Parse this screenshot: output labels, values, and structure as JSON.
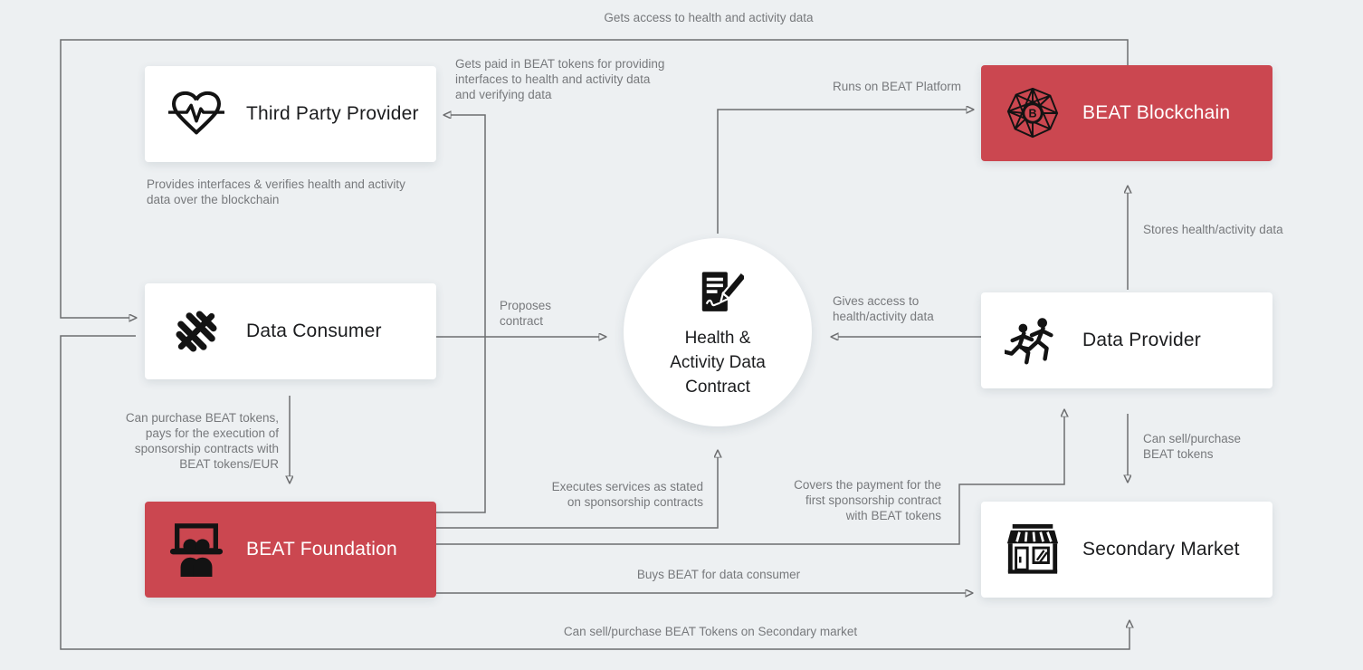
{
  "colors": {
    "background": "#edf0f2",
    "accent_red": "#cb4750",
    "node_white": "#ffffff",
    "connector_line": "#6d6e70",
    "label_text": "#77797c",
    "title_text": "#1c1d1f"
  },
  "nodes": {
    "third_party_provider": {
      "title": "Third Party Provider",
      "icon": "heartbeat-icon",
      "style": "white"
    },
    "data_consumer": {
      "title": "Data Consumer",
      "icon": "dumbbell-icon",
      "style": "white"
    },
    "beat_foundation": {
      "title": "BEAT Foundation",
      "icon": "presentation-people-icon",
      "style": "red"
    },
    "beat_blockchain": {
      "title": "BEAT Blockchain",
      "icon": "blockchain-network-icon",
      "style": "red"
    },
    "data_provider": {
      "title": "Data Provider",
      "icon": "runners-icon",
      "style": "white"
    },
    "secondary_market": {
      "title": "Secondary Market",
      "icon": "storefront-icon",
      "style": "white"
    },
    "contract_hub": {
      "title": "Health &\nActivity Data\nContract",
      "icon": "contract-icon",
      "style": "white-circle"
    }
  },
  "icons": {
    "blockchain_center_letter": "B"
  },
  "edge_labels": {
    "gets_access": "Gets access to health and activity data",
    "gets_paid": "Gets paid in BEAT tokens for providing\ninterfaces to health and activity data\nand verifying data",
    "provides_interfaces": "Provides interfaces & verifies health and activity\ndata over the blockchain",
    "runs_on": "Runs on BEAT Platform",
    "proposes": "Proposes\ncontract",
    "gives_access": "Gives access to\nhealth/activity data",
    "stores": "Stores health/activity data",
    "can_purchase": "Can purchase BEAT tokens,\npays for the execution of\nsponsorship contracts with\nBEAT tokens/EUR",
    "executes": "Executes services as stated\non sponsorship contracts",
    "covers": "Covers the payment for the\nfirst sponsorship contract\nwith BEAT tokens",
    "buys": "Buys BEAT for data consumer",
    "sell_secondary": "Can sell/purchase BEAT Tokens on Secondary market",
    "sell_tokens": "Can sell/purchase\nBEAT tokens"
  }
}
